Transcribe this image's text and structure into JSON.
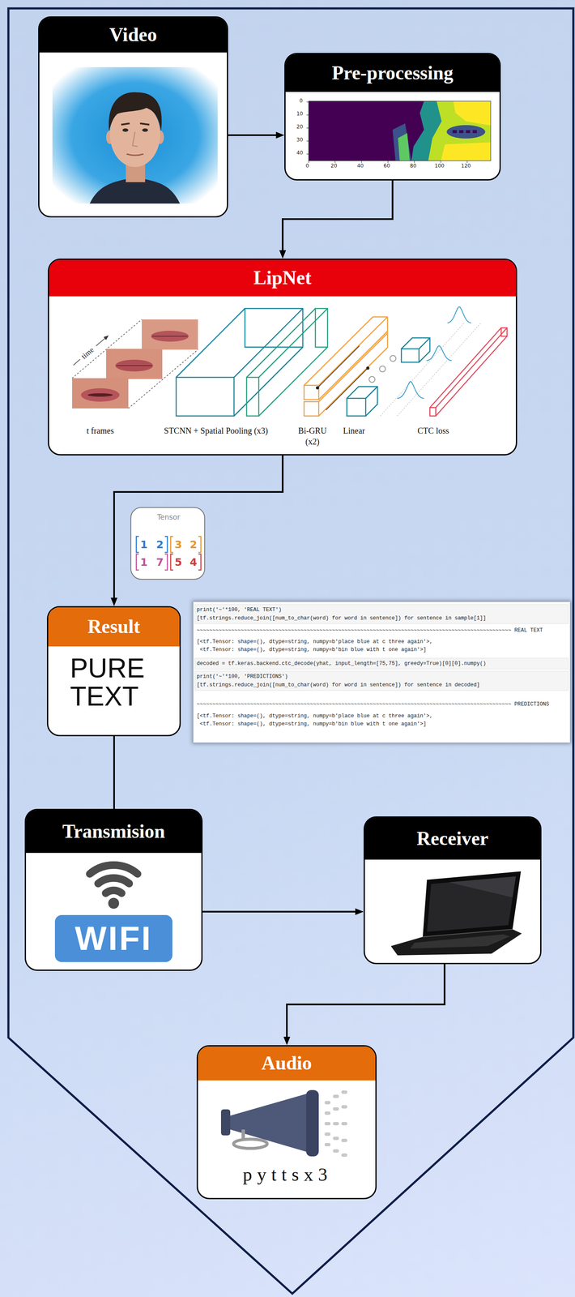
{
  "diagram": {
    "nodes": [
      {
        "text": [
          "Video"
        ]
      },
      {
        "text": [
          "Pre-processing"
        ]
      },
      {
        "text": [
          "LipNet",
          "time",
          "t frames",
          "STCNN + Spatial Pooling (x3)",
          "Bi-GRU (x2)",
          "Linear",
          "CTC loss"
        ]
      },
      {
        "text": [
          "Tensor",
          "1",
          "2",
          "3",
          "2",
          "1",
          "7",
          "5",
          "4"
        ]
      },
      {
        "text": [
          "Result",
          "PURE TEXT"
        ]
      },
      {
        "text": [
          "Transmision",
          "WIFI"
        ]
      },
      {
        "text": [
          "Receiver"
        ]
      },
      {
        "text": [
          "Audio",
          "pyttsx3"
        ]
      }
    ],
    "edges": [
      {
        "from": 0,
        "to": 1,
        "arrow": "to"
      },
      {
        "from": 1,
        "to": 2,
        "arrow": "to"
      },
      {
        "from": 2,
        "to": 4,
        "arrow": "to"
      },
      {
        "from": 4,
        "to": 5,
        "arrow": "none"
      },
      {
        "from": 5,
        "to": 6,
        "arrow": "to"
      },
      {
        "from": 6,
        "to": 7,
        "arrow": "to"
      }
    ],
    "labels": [
      "0",
      "10",
      "20",
      "30",
      "40",
      "0",
      "20",
      "40",
      "60",
      "80",
      "100",
      "120",
      "print('~'*100, 'REAL TEXT')",
      "[tf.strings.reduce_join([num_to_char(word) for word in sentence]) for sentence in sample[1]]",
      "~~~~~~~~~~~~~~~~~~~~~~~~~~~~~~~~~~~~~~~~~~~~~~~~~~~~~~~~~~~~~~~~~~~~~~~~~~~~~~~~~~~~~~~~~~~~~~~~~~~~ REAL TEXT",
      "[<tf.Tensor: shape=(), dtype=string, numpy=b'place blue at c three again'>,",
      "<tf.Tensor: shape=(), dtype=string, numpy=b'bin blue with t one again'>]",
      "decoded = tf.keras.backend.ctc_decode(yhat, input_length=[75,75], greedy=True)[0][0].numpy()",
      "print('~'*100, 'PREDICTIONS')",
      "[tf.strings.reduce_join([num_to_char(word) for word in sentence]) for sentence in decoded]",
      "~~~~~~~~~~~~~~~~~~~~~~~~~~~~~~~~~~~~~~~~~~~~~~~~~~~~~~~~~~~~~~~~~~~~~~~~~~~~~~~~~~~~~~~~~~~~~~~~~~~~ PREDICTIONS",
      "[<tf.Tensor: shape=(), dtype=string, numpy=b'place blue at c three again'>,",
      "<tf.Tensor: shape=(), dtype=string, numpy=b'bin blue with t one again'>]"
    ]
  }
}
